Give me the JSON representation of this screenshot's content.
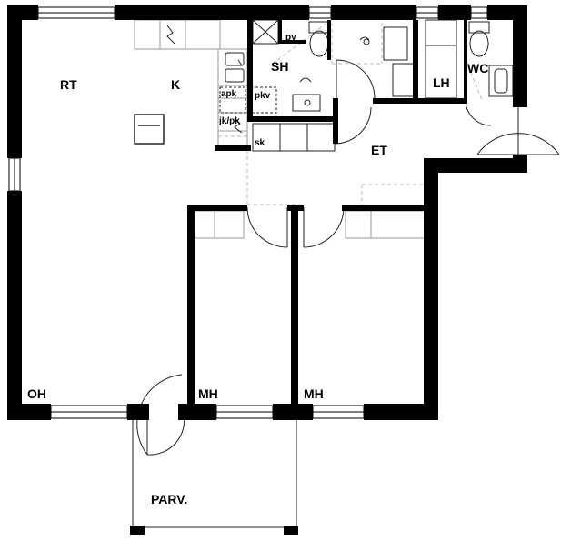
{
  "rooms": {
    "rt": "RT",
    "k": "K",
    "sh": "SH",
    "lh": "LH",
    "wc": "WC",
    "et": "ET",
    "oh": "OH",
    "mh1": "MH",
    "mh2": "MH",
    "parv": "PARV."
  },
  "fixtures": {
    "py": "py",
    "apk": "apk",
    "pkv": "pkv",
    "jkpk": "jk/pk",
    "sk": "sk"
  }
}
